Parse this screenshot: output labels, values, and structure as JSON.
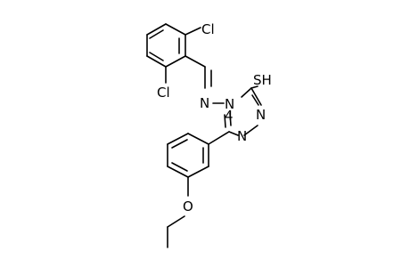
{
  "molecule": {
    "atoms": {
      "cl_top": "Cl",
      "cl_bottom": "Cl",
      "n_imine": "N",
      "n_ring4": "N",
      "n4_locant": "4",
      "n_ring1": "N",
      "n_ring2": "N",
      "sh_group": "SH",
      "o_ether": "O"
    }
  }
}
